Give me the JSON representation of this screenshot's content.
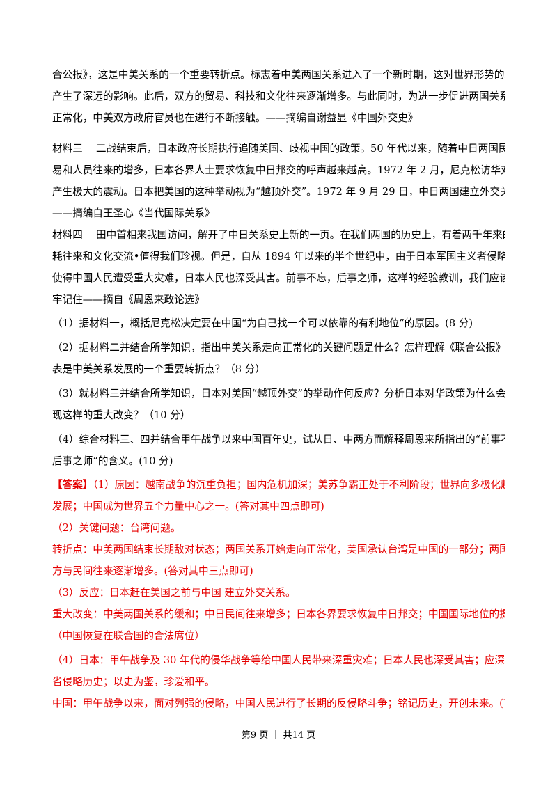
{
  "material2_tail": [
    "合公报》，这是中美关系的一个重要转折点。标志着中美两国关系进入了一个新时期，这对世界形势的发展",
    "产生了深远的影响。此后，双方的贸易、科技和文化往来逐渐增多。与此同时，为进一步促进两国关系的",
    "正常化，中美双方政府官员也在进行不断接触。——摘编自谢益显《中国外交史》"
  ],
  "material3": [
    "材料三　 二战结束后，日本政府长期执行追随美国、歧视中国的政策。50 年代以来，随着中日两国民间贸",
    "易和人员往来的增多，日本各界人士要求恢复中日邦交的呼声越来越高。1972 年 2 月，尼克松访华对日本",
    "产生极大的震动。日本把美国的这种举动视为“越顶外交”。1972 年 9 月 29 日，中日两国建立外交关系。",
    "——摘编自王圣心《当代国际关系》"
  ],
  "material4": [
    "材料四　 田中首相来我国访问，解开了中日关系史上新的一页。在我们两国的历史上，有着两千年来的油",
    "耗往来和文化交流•值得我们珍视。但是，自从 1894 年以来的半个世纪中，由于日本军国主义者侵略中国，",
    "使得中国人民遭受重大灾难，日本人民也深受其害。前事不忘，后事之师，这样的经验教训，我们应该牢",
    "牢记住——摘自《周恩来政论选》"
  ],
  "questions": [
    "（1）据材料一，概括尼克松决定要在中国“为自己找一个可以依靠的有利地位”的原因。(8 分)",
    "（2）据材料二并结合所学知识，指出中美关系走向正常化的关键问题是什么？怎样理解《联合公报》的发",
    "表是中美关系发展的一个重要转折点？（8 分）",
    "（3）就材料三并结合所学知识，日本对美国“越顶外交”的举动作何反应？分析日本对华政策为什么会出",
    "现这样的重大改变？（10 分）",
    "（4）综合材料三、四并结合甲午战争以来中国百年史，试从日、中两方面解释周恩来所指出的“前事不忘，",
    "后事之师”的含义。(10 分)"
  ],
  "answer": {
    "tag": "【答案】",
    "a1_first": "（1）原因：越南战争的沉重负担；国内危机加深；美苏争霸正处于不利阶段；世界向多极化趋势",
    "lines": [
      "发展；中国成为世界五个力量中心之一。(答对其中四点即可)",
      "（2）关键问题：台湾问题。",
      "转折点：中美两国结束长期敌对状态；两国关系开始走向正常化，美国承认台湾是中国的一部分；两国官",
      "方与民间往来逐渐增多。(答对其中三点即可)",
      "（3）反应：日本赶在美国之前与中国 建立外交关系。",
      "重大改变：中美两国关系的缓和；中日民间往来增多；日本各界要求恢复中日邦交；中国国际地位的提高。",
      "（中国恢复在联合国的合法席位）",
      "（4）日本：甲午战争及 30 年代的侵华战争等给中国人民带来深重灾难；日本人民也深受其害；应深刻反",
      "省侵略历史；以史为鉴，珍爱和平。",
      "中国：甲午战争以来，面对列强的侵略，中国人民进行了长期的反侵略斗争；铭记历史，开创未来。(言之"
    ]
  },
  "footer": "第9 页 ｜ 共14 页",
  "colors": {
    "text": "#000000",
    "answer": "#e60000"
  }
}
